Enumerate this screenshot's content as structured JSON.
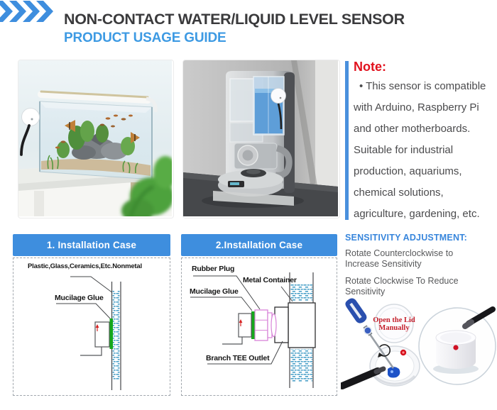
{
  "colors": {
    "accent_blue": "#3e8ede",
    "subtitle_blue": "#3d9ae3",
    "note_red": "#e1121e",
    "diagram_green": "#15a81c",
    "diagram_pink": "#d883d8",
    "water_dash_blue": "#4aa0c8"
  },
  "header": {
    "title": "NON-CONTACT WATER/LIQUID LEVEL SENSOR",
    "subtitle": "PRODUCT USAGE GUIDE"
  },
  "note": {
    "title": "Note:",
    "body": "•  This sensor is compatible\nwith Arduino, Raspberry Pi\nand other motherboards.\nSuitable for industrial\nproduction, aquariums,\nchemical solutions,\nagriculture, gardening, etc."
  },
  "case1": {
    "title": "1. Installation Case",
    "label_material": "Plastic,Glass,Ceramics,Etc.Nonmetal",
    "label_glue": "Mucilage Glue"
  },
  "case2": {
    "title": "2.Installation Case",
    "label_plug": "Rubber Plug",
    "label_container": "Metal Container",
    "label_glue": "Mucilage Glue",
    "label_tee": "Branch TEE Outlet"
  },
  "sensitivity": {
    "title": "SENSITIVITY ADJUSTMENT:",
    "instruction1": "Rotate Counterclockwise to\nIncrease Sensitivity",
    "instruction2": "Rotate Clockwise To Reduce\nSensitivity",
    "lid_note": "Open the Lid\nManually"
  }
}
